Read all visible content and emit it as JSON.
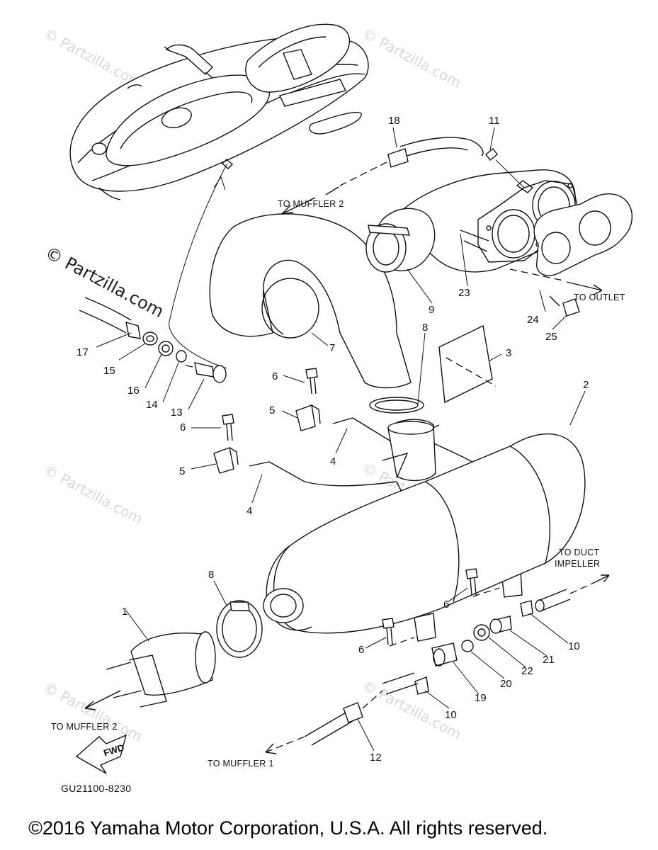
{
  "watermarks": {
    "large": "© Partzilla.com",
    "small": "© Partzilla.com"
  },
  "parts": [
    {
      "id": "1",
      "label": "1"
    },
    {
      "id": "2",
      "label": "2"
    },
    {
      "id": "3",
      "label": "3"
    },
    {
      "id": "4a",
      "label": "4"
    },
    {
      "id": "4b",
      "label": "4"
    },
    {
      "id": "5a",
      "label": "5"
    },
    {
      "id": "5b",
      "label": "5"
    },
    {
      "id": "6a",
      "label": "6"
    },
    {
      "id": "6b",
      "label": "6"
    },
    {
      "id": "6c",
      "label": "6"
    },
    {
      "id": "6d",
      "label": "6"
    },
    {
      "id": "7",
      "label": "7"
    },
    {
      "id": "8a",
      "label": "8"
    },
    {
      "id": "8b",
      "label": "8"
    },
    {
      "id": "9",
      "label": "9"
    },
    {
      "id": "10a",
      "label": "10"
    },
    {
      "id": "10b",
      "label": "10"
    },
    {
      "id": "11",
      "label": "11"
    },
    {
      "id": "12",
      "label": "12"
    },
    {
      "id": "13",
      "label": "13"
    },
    {
      "id": "14",
      "label": "14"
    },
    {
      "id": "15",
      "label": "15"
    },
    {
      "id": "16",
      "label": "16"
    },
    {
      "id": "17",
      "label": "17"
    },
    {
      "id": "18",
      "label": "18"
    },
    {
      "id": "19",
      "label": "19"
    },
    {
      "id": "20",
      "label": "20"
    },
    {
      "id": "21",
      "label": "21"
    },
    {
      "id": "22",
      "label": "22"
    },
    {
      "id": "23",
      "label": "23"
    },
    {
      "id": "24",
      "label": "24"
    },
    {
      "id": "25",
      "label": "25"
    }
  ],
  "captions": {
    "to_muffler2_top": "TO MUFFLER 2",
    "to_outlet": "TO OUTLET",
    "to_duct_line1": "TO DUCT",
    "to_duct_line2": "IMPELLER",
    "to_muffler2_bottom": "TO MUFFLER 2",
    "to_muffler1": "TO MUFFLER 1",
    "fwd": "FWD"
  },
  "diagram_code": "GU21100-8230",
  "copyright": "©2016 Yamaha Motor Corporation, U.S.A. All rights reserved.",
  "colors": {
    "ink": "#111111",
    "watermark": "#d8d8d8",
    "background": "#ffffff"
  }
}
